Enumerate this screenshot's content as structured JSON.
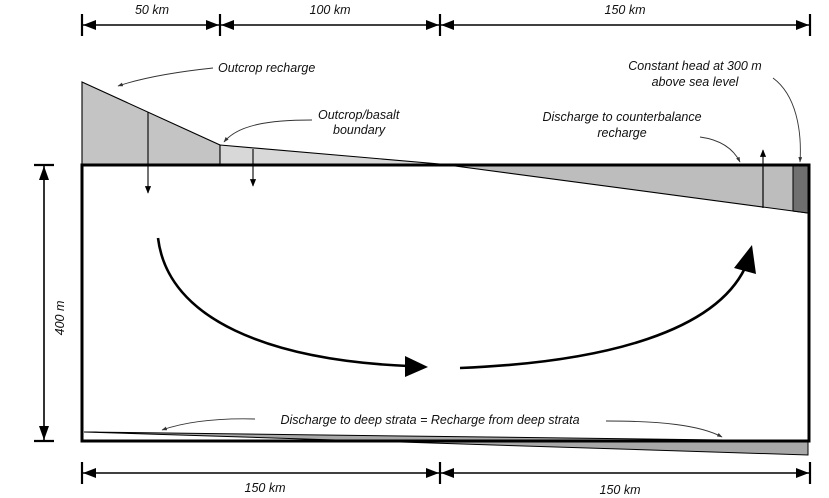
{
  "dimensions": {
    "top_left": "50 km",
    "top_middle": "100 km",
    "top_right": "150 km",
    "bottom_left": "150 km",
    "bottom_right": "150 km",
    "depth": "400 m"
  },
  "labels": {
    "outcrop_recharge": "Outcrop recharge",
    "outcrop_basalt_line1": "Outcrop/basalt",
    "outcrop_basalt_line2": "boundary",
    "constant_head_line1": "Constant head at 300 m",
    "constant_head_line2": "above sea level",
    "discharge_counter_line1": "Discharge to counterbalance",
    "discharge_counter_line2": "recharge",
    "deep_strata": "Discharge to deep strata =  Recharge from deep strata"
  },
  "colors": {
    "outcrop_fill": "#c4c4c4",
    "basalt_fill": "#d8d8d8",
    "discharge_fill": "#bdbdbd",
    "constant_head_fill": "#6f6f6f",
    "deep_fill": "#a8a8a8",
    "outline": "#000000"
  }
}
